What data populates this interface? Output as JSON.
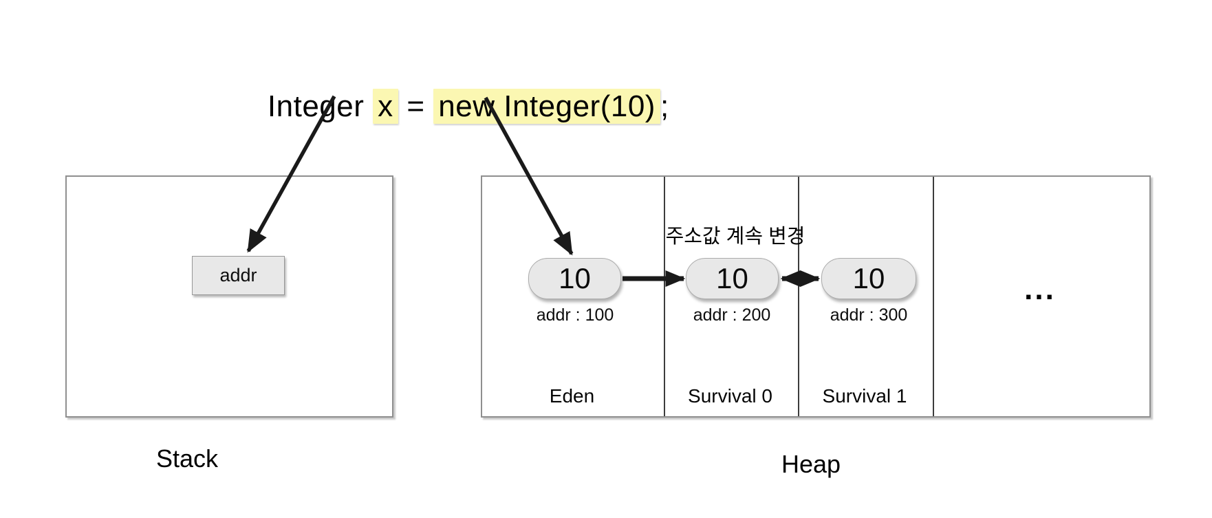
{
  "code": {
    "keyword": "Integer ",
    "variable": "x",
    "equals": " = ",
    "expression": "new Integer(10)",
    "terminator": ";"
  },
  "stack": {
    "caption": "Stack",
    "slot_label": "addr"
  },
  "heap": {
    "caption": "Heap",
    "note": "주소값 계속 변경",
    "ellipsis": "...",
    "regions": [
      {
        "name": "Eden",
        "object_value": "10",
        "address": "addr : 100"
      },
      {
        "name": "Survival 0",
        "object_value": "10",
        "address": "addr : 200"
      },
      {
        "name": "Survival 1",
        "object_value": "10",
        "address": "addr : 300"
      },
      {
        "name": ""
      }
    ]
  },
  "colors": {
    "highlight": "#fbf7b2",
    "pill_fill": "#e8e8e8",
    "box_border": "#8f8f8f",
    "arrow": "#1a1a1a"
  }
}
